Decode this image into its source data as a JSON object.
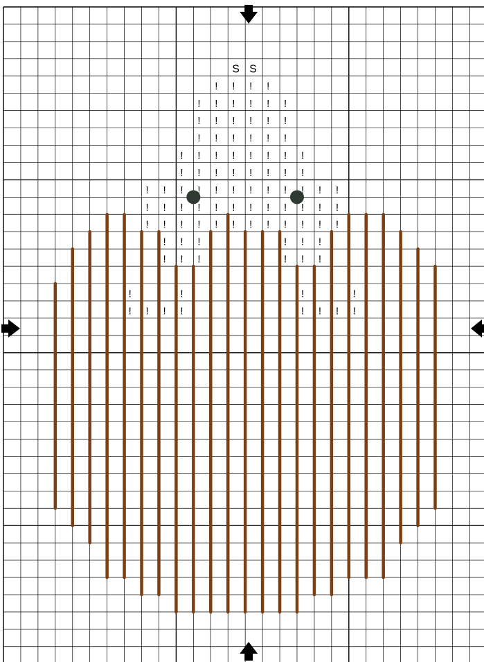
{
  "pattern": {
    "grid": {
      "cols": 28,
      "rows": 38,
      "major_every": 10,
      "line_color": "#000000"
    },
    "center_arrows": [
      {
        "name": "top-center-arrow-icon",
        "direction": "down"
      },
      {
        "name": "bottom-center-arrow-icon",
        "direction": "up"
      },
      {
        "name": "left-center-arrow-icon",
        "direction": "right"
      },
      {
        "name": "right-center-arrow-icon",
        "direction": "left"
      }
    ],
    "backstitch": {
      "color": "#7a3f12",
      "lines": [
        {
          "col": 3,
          "from": 16,
          "to": 29
        },
        {
          "col": 4,
          "from": 14,
          "to": 30
        },
        {
          "col": 5,
          "from": 13,
          "to": 31
        },
        {
          "col": 6,
          "from": 12,
          "to": 33
        },
        {
          "col": 7,
          "from": 12,
          "to": 33
        },
        {
          "col": 8,
          "from": 13,
          "to": 34
        },
        {
          "col": 9,
          "from": 13,
          "to": 34
        },
        {
          "col": 10,
          "from": 15,
          "to": 35
        },
        {
          "col": 11,
          "from": 15,
          "to": 35
        },
        {
          "col": 12,
          "from": 13,
          "to": 35
        },
        {
          "col": 13,
          "from": 12,
          "to": 35
        },
        {
          "col": 14,
          "from": 13,
          "to": 35
        },
        {
          "col": 15,
          "from": 13,
          "to": 35
        },
        {
          "col": 16,
          "from": 13,
          "to": 35
        },
        {
          "col": 17,
          "from": 15,
          "to": 35
        },
        {
          "col": 18,
          "from": 15,
          "to": 34
        },
        {
          "col": 19,
          "from": 13,
          "to": 34
        },
        {
          "col": 20,
          "from": 12,
          "to": 33
        },
        {
          "col": 21,
          "from": 12,
          "to": 33
        },
        {
          "col": 22,
          "from": 12,
          "to": 33
        },
        {
          "col": 23,
          "from": 13,
          "to": 31
        },
        {
          "col": 24,
          "from": 14,
          "to": 30
        },
        {
          "col": 25,
          "from": 15,
          "to": 29
        }
      ]
    },
    "beads": {
      "color": "#2f3a33",
      "points": [
        {
          "x": 11,
          "y": 11
        },
        {
          "x": 17,
          "y": 11
        }
      ]
    },
    "symbols": {
      "rows": [
        {
          "row": 3,
          "text": "S",
          "cols": [
            13,
            14
          ]
        },
        {
          "row": 4,
          "text": "!",
          "cols": [
            12,
            13,
            14,
            15
          ]
        },
        {
          "row": 5,
          "text": "!",
          "cols": [
            11,
            12,
            13,
            14,
            15,
            16
          ]
        },
        {
          "row": 6,
          "text": "!",
          "cols": [
            11,
            12,
            13,
            14,
            15,
            16
          ]
        },
        {
          "row": 7,
          "text": "!",
          "cols": [
            11,
            12,
            13,
            14,
            15,
            16
          ]
        },
        {
          "row": 8,
          "text": "!",
          "cols": [
            10,
            11,
            12,
            13,
            14,
            15,
            16,
            17
          ]
        },
        {
          "row": 9,
          "text": "!",
          "cols": [
            10,
            11,
            12,
            13,
            14,
            15,
            16,
            17
          ]
        },
        {
          "row": 10,
          "text": "!",
          "cols": [
            8,
            9,
            10,
            11,
            12,
            13,
            14,
            15,
            16,
            17,
            18,
            19
          ]
        },
        {
          "row": 11,
          "text": "!",
          "cols": [
            8,
            9,
            10,
            11,
            12,
            13,
            14,
            15,
            16,
            17,
            18,
            19
          ]
        },
        {
          "row": 12,
          "text": "!",
          "cols": [
            8,
            9,
            10,
            11,
            12,
            13,
            14,
            15,
            16,
            17,
            18,
            19
          ]
        },
        {
          "row": 13,
          "text": "!",
          "cols": [
            9,
            10,
            11,
            16,
            17,
            18
          ]
        },
        {
          "row": 14,
          "text": "!",
          "cols": [
            9,
            10,
            11,
            16,
            17,
            18
          ]
        },
        {
          "row": 16,
          "text": "!",
          "cols": [
            7,
            10,
            17,
            20
          ]
        },
        {
          "row": 17,
          "text": "!",
          "cols": [
            7,
            8,
            9,
            10,
            17,
            18,
            19,
            20
          ]
        }
      ]
    }
  }
}
